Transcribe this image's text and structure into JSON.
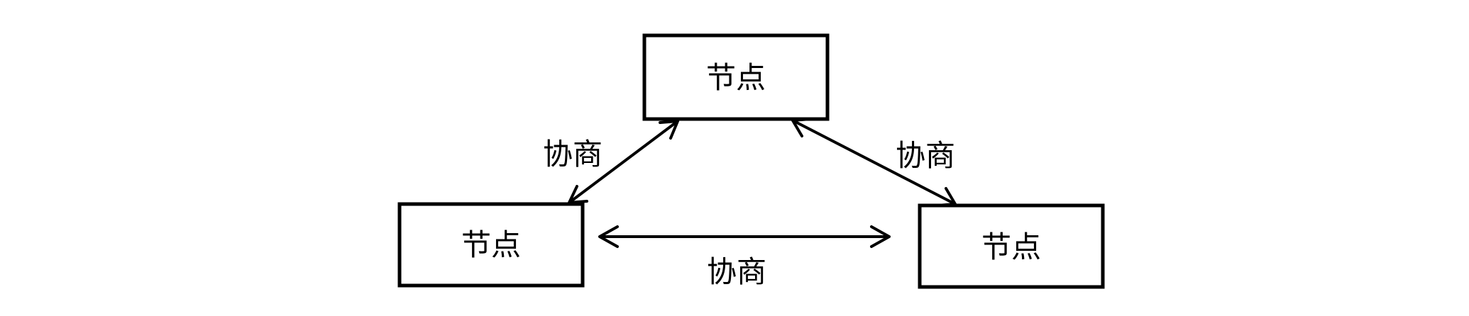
{
  "diagram": {
    "nodes": [
      {
        "id": "top",
        "label": "节点"
      },
      {
        "id": "left",
        "label": "节点"
      },
      {
        "id": "right",
        "label": "节点"
      }
    ],
    "edges": [
      {
        "from": "left",
        "to": "top",
        "label": "协商",
        "direction": "bidirectional"
      },
      {
        "from": "top",
        "to": "right",
        "label": "协商",
        "direction": "bidirectional"
      },
      {
        "from": "left",
        "to": "right",
        "label": "协商",
        "direction": "bidirectional"
      }
    ]
  }
}
